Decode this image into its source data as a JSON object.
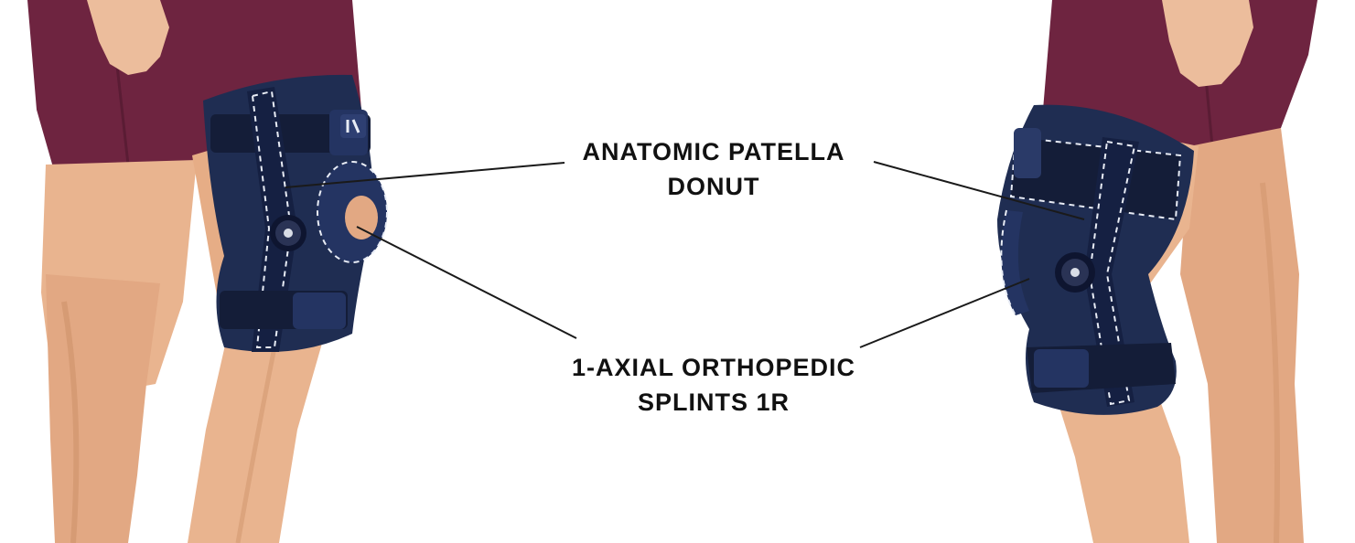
{
  "labels": {
    "patella": {
      "line1": "ANATOMIC PATELLA",
      "line2": "DONUT"
    },
    "splints": {
      "line1": "1-AXIAL ORTHOPEDIC",
      "line2": "SPLINTS 1R"
    }
  },
  "colors": {
    "background": "#ffffff",
    "skin": "#e9b48f",
    "skin_shadow": "#cf936b",
    "shorts": "#6e2440",
    "brace": "#1f2d52",
    "brace_dark": "#141d38",
    "stitching": "#e8ecf5",
    "leader_line": "#1a1a1a",
    "text": "#111111"
  },
  "icons": {
    "hinge": "hinge-dial-icon",
    "logo": "brace-logo-icon"
  }
}
